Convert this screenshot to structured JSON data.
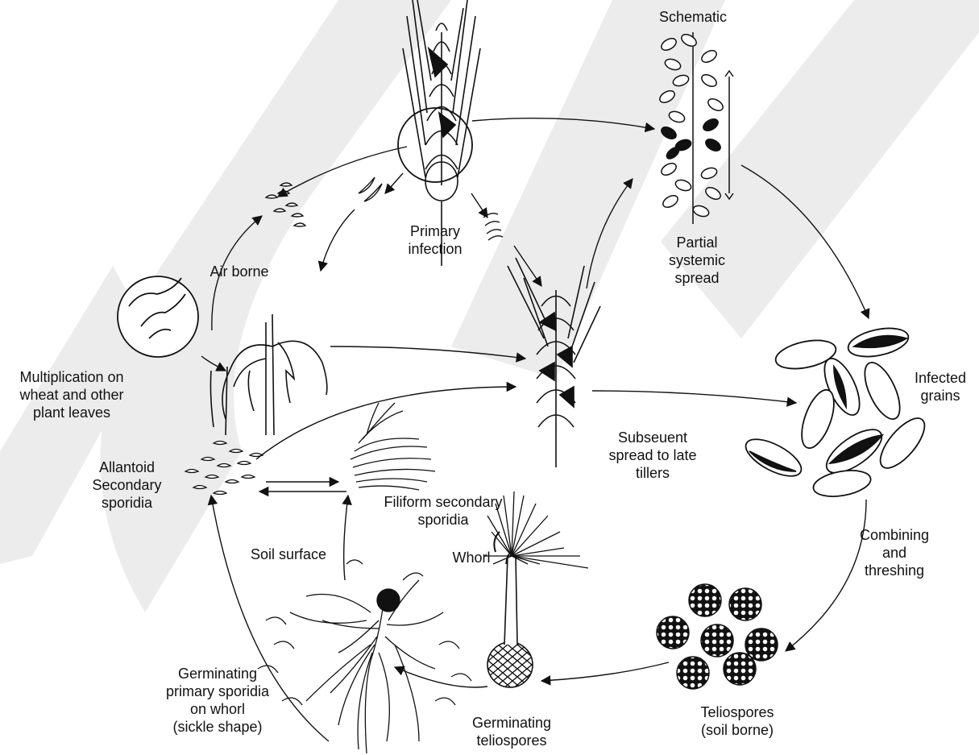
{
  "labels": {
    "schematic": "Schematic",
    "primary_infection": [
      "Primary",
      "infection"
    ],
    "partial_spread": [
      "Partial",
      "systemic",
      "spread"
    ],
    "air_borne": "Air borne",
    "multiplication": [
      "Multiplication on",
      "wheat and other",
      "plant leaves"
    ],
    "infected_grains": [
      "Infected",
      "grains"
    ],
    "subsequent_spread": [
      "Subseuent",
      "spread to late",
      "tillers"
    ],
    "allantoid": [
      "Allantoid",
      "Secondary",
      "sporidia"
    ],
    "filiform": [
      "Filiform secondary",
      "sporidia"
    ],
    "combining": [
      "Combining",
      "and",
      "threshing"
    ],
    "soil_surface": "Soil surface",
    "whorl": "Whorl",
    "germinating_primary": [
      "Germinating",
      "primary sporidia",
      "on whorl",
      "(sickle shape)"
    ],
    "germinating_teliospores": [
      "Germinating",
      "teliospores"
    ],
    "teliospores": [
      "Teliospores",
      "(soil borne)"
    ]
  },
  "colors": {
    "ink": "#111111",
    "watermark": "#e6e6e6",
    "background": "#ffffff"
  }
}
